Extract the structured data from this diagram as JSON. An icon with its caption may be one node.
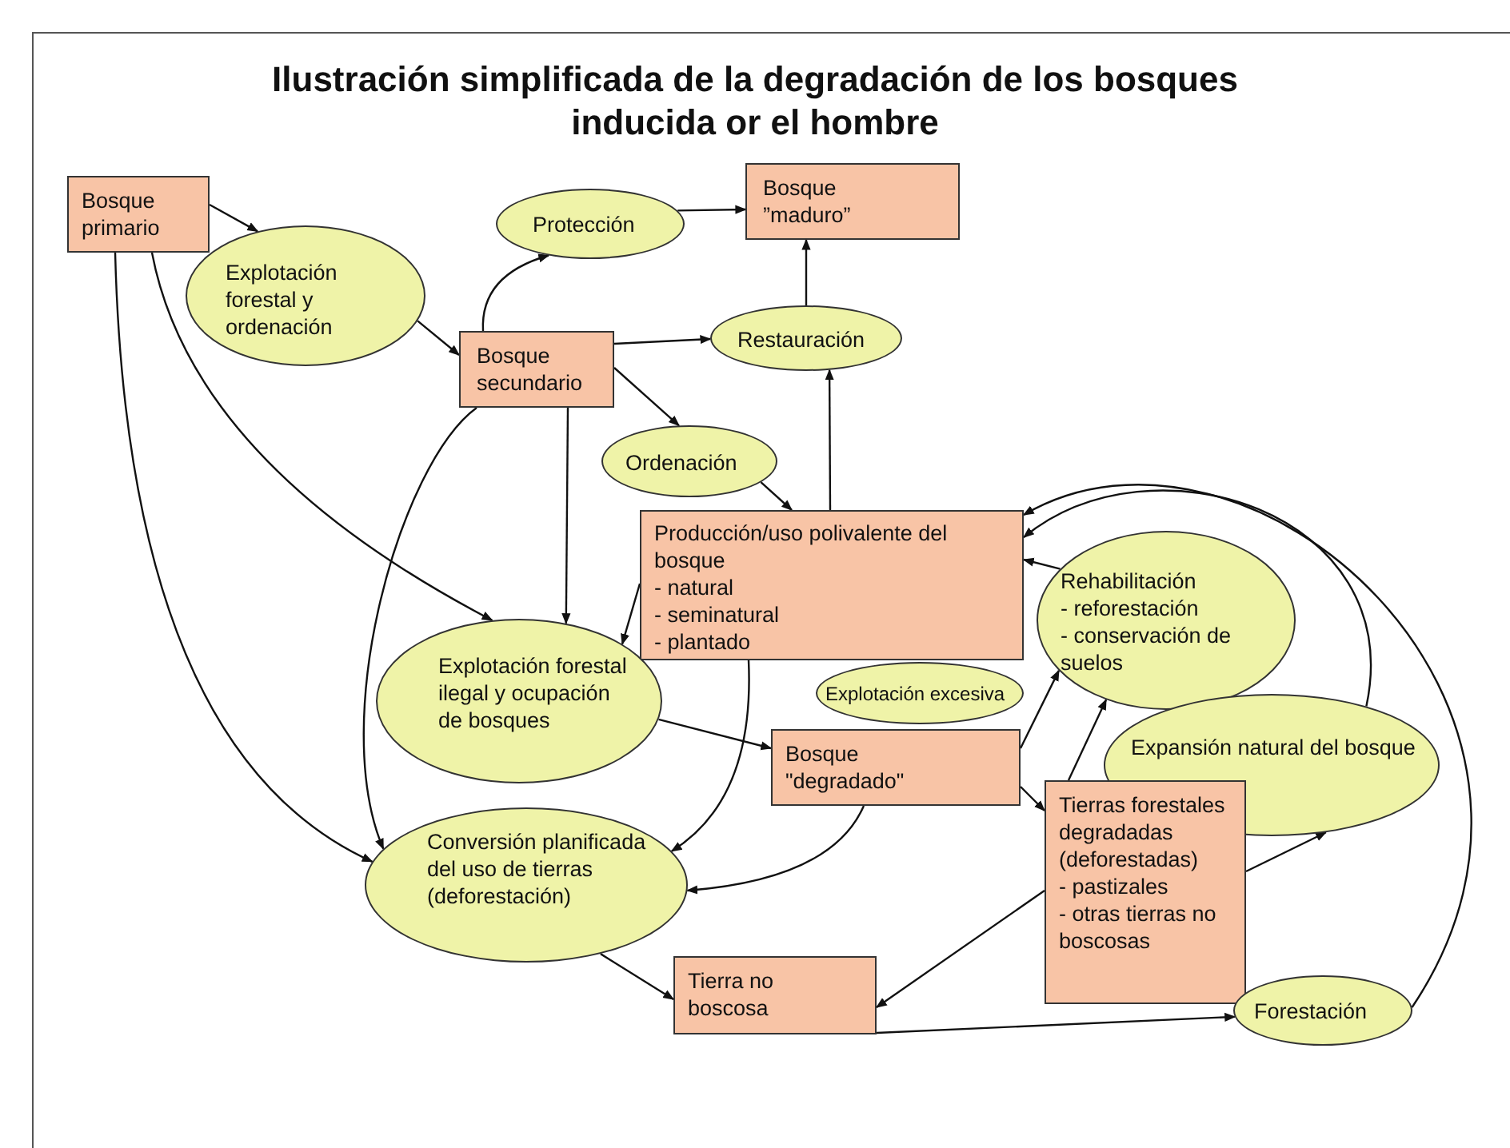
{
  "diagram": {
    "title": "Ilustración simplificada de la degradación de los bosques inducida or el hombre",
    "nodes": [
      {
        "text": [
          "Bosque primario"
        ]
      },
      {
        "text": [
          "Explotación forestal y ordenación"
        ]
      },
      {
        "text": [
          "Protección"
        ]
      },
      {
        "text": [
          "Bosque ”maduro”"
        ]
      },
      {
        "text": [
          "Bosque secundario"
        ]
      },
      {
        "text": [
          "Restauración"
        ]
      },
      {
        "text": [
          "Ordenación"
        ]
      },
      {
        "text": [
          "Producción/uso polivalente del bosque",
          "- natural",
          "- seminatural",
          "- plantado"
        ]
      },
      {
        "text": [
          "Explotación forestal ilegal y ocupación de bosques"
        ]
      },
      {
        "text": [
          "Explotación excesiva"
        ]
      },
      {
        "text": [
          "Rehabilitación",
          "- reforestación",
          "- conservación de suelos"
        ]
      },
      {
        "text": [
          "Expansión natural del bosque"
        ]
      },
      {
        "text": [
          "Bosque \"degradado\""
        ]
      },
      {
        "text": [
          "Conversión planificada del uso de tierras (deforestación)"
        ]
      },
      {
        "text": [
          "Tierras forestales degradadas (deforestadas)",
          "- pastizales",
          "- otras tierras no boscosas"
        ]
      },
      {
        "text": [
          "Tierra no boscosa"
        ]
      },
      {
        "text": [
          "Forestación"
        ]
      }
    ],
    "edges": [
      {
        "from": 0,
        "to": 1,
        "arrow": "to"
      },
      {
        "from": 1,
        "to": 4,
        "arrow": "to"
      },
      {
        "from": 4,
        "to": 2,
        "arrow": "to"
      },
      {
        "from": 2,
        "to": 3,
        "arrow": "to"
      },
      {
        "from": 4,
        "to": 5,
        "arrow": "to"
      },
      {
        "from": 5,
        "to": 3,
        "arrow": "to"
      },
      {
        "from": 4,
        "to": 6,
        "arrow": "to"
      },
      {
        "from": 6,
        "to": 7,
        "arrow": "to"
      },
      {
        "from": 7,
        "to": 5,
        "arrow": "to"
      },
      {
        "from": 0,
        "to": 8,
        "arrow": "to"
      },
      {
        "from": 0,
        "to": 13,
        "arrow": "to"
      },
      {
        "from": 4,
        "to": 8,
        "arrow": "to"
      },
      {
        "from": 4,
        "to": 13,
        "arrow": "to"
      },
      {
        "from": 7,
        "to": 8,
        "arrow": "to"
      },
      {
        "from": 8,
        "to": 12,
        "arrow": "to"
      },
      {
        "from": 7,
        "to": 13,
        "arrow": "to"
      },
      {
        "from": 12,
        "to": 13,
        "arrow": "to"
      },
      {
        "from": 12,
        "to": 10,
        "arrow": "to"
      },
      {
        "from": 12,
        "to": 14,
        "arrow": "to"
      },
      {
        "from": 14,
        "to": 11,
        "arrow": "to"
      },
      {
        "from": 14,
        "to": 10,
        "arrow": "to"
      },
      {
        "from": 14,
        "to": 15,
        "arrow": "to"
      },
      {
        "from": 13,
        "to": 15,
        "arrow": "to"
      },
      {
        "from": 15,
        "to": 16,
        "arrow": "to"
      },
      {
        "from": 16,
        "to": 7,
        "arrow": "to"
      },
      {
        "from": 11,
        "to": 7,
        "arrow": "to"
      },
      {
        "from": 10,
        "to": 7,
        "arrow": "to"
      }
    ]
  }
}
